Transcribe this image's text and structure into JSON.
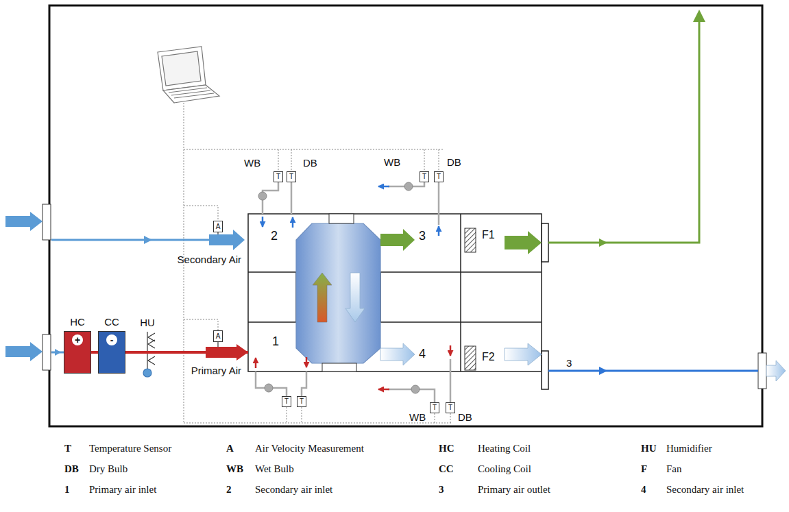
{
  "diagram": {
    "nodes": [
      {
        "text": [
          "A"
        ]
      },
      {
        "text": [
          "T"
        ]
      },
      {
        "text": [
          "T"
        ]
      },
      {
        "text": [
          "T"
        ]
      },
      {
        "text": [
          "T"
        ]
      },
      {
        "text": [
          "2"
        ]
      },
      {
        "text": [
          "3"
        ]
      },
      {
        "text": [
          "F1"
        ]
      },
      {
        "text": [
          "HC",
          "+"
        ]
      },
      {
        "text": [
          "CC",
          "-"
        ]
      },
      {
        "text": [
          "A"
        ]
      },
      {
        "text": [
          "1"
        ]
      },
      {
        "text": [
          "4"
        ]
      },
      {
        "text": [
          "F2"
        ]
      },
      {
        "text": [
          "T"
        ]
      },
      {
        "text": [
          "T"
        ]
      },
      {
        "text": [
          "T"
        ]
      },
      {
        "text": [
          "T"
        ]
      }
    ],
    "edges": [
      {
        "from": 8,
        "to": 9,
        "arrow": "none"
      },
      {
        "from": 9,
        "to": 11,
        "arrow": "to"
      }
    ],
    "labels": [
      "WB",
      "DB",
      "WB",
      "DB",
      "Secondary Air",
      "HU",
      "Primary Air",
      "3",
      "WB",
      "DB",
      "T",
      "Temperature Sensor",
      "A",
      "Air Velocity Measurement",
      "HC",
      "Heating Coil",
      "HU",
      "Humidifier",
      "DB",
      "Dry Bulb",
      "WB",
      "Wet Bulb",
      "CC",
      "Cooling Coil",
      "F",
      "Fan",
      "1",
      "Primary air inlet",
      "2",
      "Secondary air inlet",
      "3",
      "Primary air outlet",
      "4",
      "Secondary air inlet"
    ]
  }
}
